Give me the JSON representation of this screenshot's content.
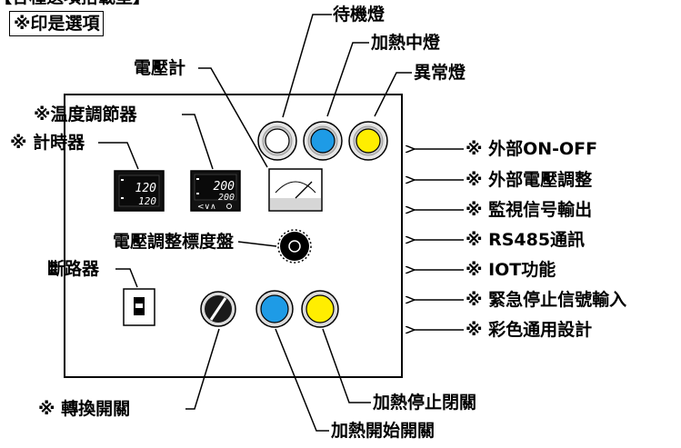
{
  "header": {
    "title_fragment": "【各種選項搭載型】",
    "option_note": "※印是選項"
  },
  "labels": {
    "standby_lamp": "待機燈",
    "heating_lamp": "加熱中燈",
    "abnormal_lamp": "異常燈",
    "voltmeter": "電壓計",
    "temp_controller": "※温度調節器",
    "timer": "※ 計時器",
    "voltage_dial": "電壓調整標度盤",
    "breaker": "斷路器",
    "selector_switch": "※ 轉換開關",
    "heat_stop_switch": "加熱停止閉關",
    "heat_start_switch": "加熱開始開關"
  },
  "options": [
    "※ 外部ON-OFF",
    "※ 外部電壓調整",
    "※ 監視信号輸出",
    "※ RS485通訊",
    "※ IOT功能",
    "※ 緊急停止信號輸入",
    "※ 彩色通用設計"
  ],
  "displays": {
    "timer_top": "120",
    "timer_bottom": "120",
    "temp_top": "200",
    "temp_bottom": "200"
  },
  "colors": {
    "standby": "#ffffff",
    "heating": "#1e9be6",
    "abnormal": "#ffee00",
    "start": "#1e9be6",
    "stop": "#ffee00",
    "display_bg": "#111111",
    "display_text": "#ffffff"
  }
}
